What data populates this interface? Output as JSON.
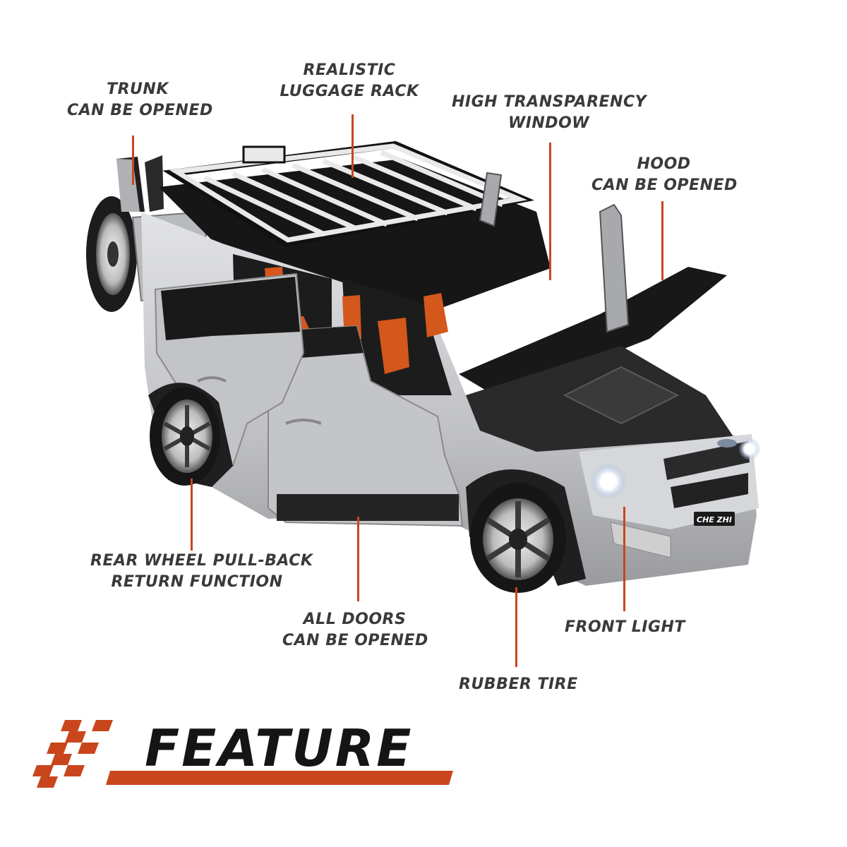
{
  "colors": {
    "accent": "#c9461d",
    "text": "#3a3a3a",
    "title": "#151515"
  },
  "callouts": {
    "trunk": {
      "line1": "TRUNK",
      "line2": "CAN BE OPENED"
    },
    "luggage_rack": {
      "line1": "REALISTIC",
      "line2": "LUGGAGE RACK"
    },
    "window": {
      "line1": "HIGH TRANSPARENCY",
      "line2": "WINDOW"
    },
    "hood": {
      "line1": "HOOD",
      "line2": "CAN BE OPENED"
    },
    "rear_wheel": {
      "line1": "REAR WHEEL PULL-BACK",
      "line2": "RETURN FUNCTION"
    },
    "doors": {
      "line1": "ALL DOORS",
      "line2": "CAN BE OPENED"
    },
    "front_light": {
      "line1": "FRONT LIGHT"
    },
    "tire": {
      "line1": "RUBBER TIRE"
    }
  },
  "car": {
    "plate_text": "CHE ZHI",
    "body_color": "#c7c8cb",
    "roof_color": "#161616",
    "seat_color": "#d4571c"
  },
  "banner": {
    "title": "FEATURE",
    "icon": "checkered-flag-icon"
  }
}
